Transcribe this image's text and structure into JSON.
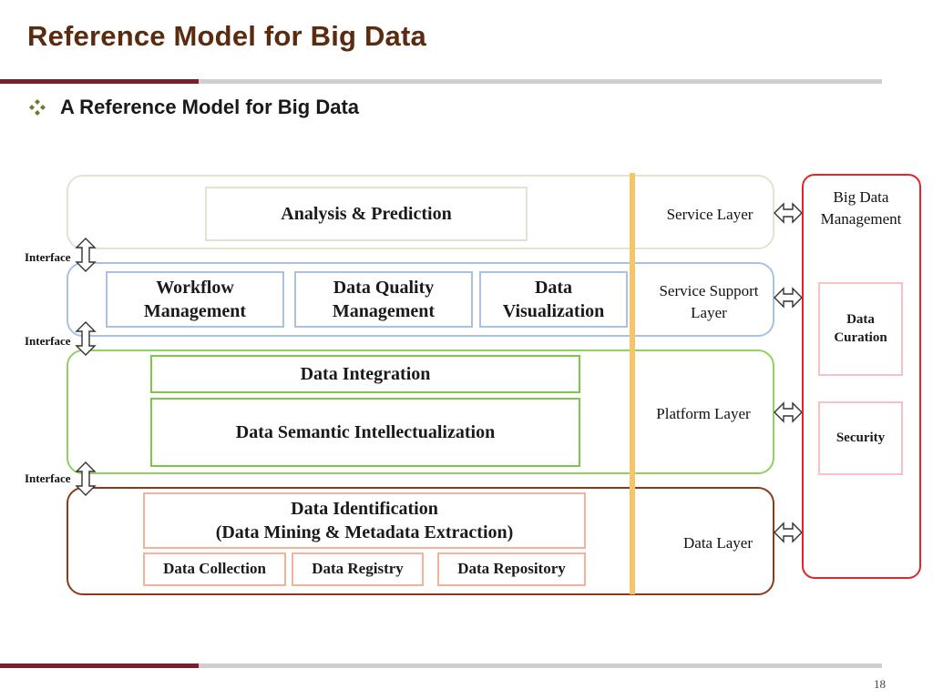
{
  "slide": {
    "title": "Reference Model for Big Data",
    "bullet": "A Reference Model for Big Data",
    "page_number": "18"
  },
  "diagram": {
    "layers": {
      "service": {
        "label": "Service Layer",
        "boxes": [
          "Analysis & Prediction"
        ]
      },
      "service_support": {
        "label": "Service Support Layer",
        "boxes": [
          "Workflow Management",
          "Data Quality Management",
          "Data Visualization"
        ]
      },
      "platform": {
        "label": "Platform Layer",
        "boxes": [
          "Data Integration",
          "Data Semantic Intellectualization"
        ]
      },
      "data": {
        "label": "Data Layer",
        "boxes": [
          "Data Identification",
          "(Data Mining & Metadata Extraction)",
          "Data Collection",
          "Data Registry",
          "Data Repository"
        ]
      }
    },
    "interface_label": "Interface",
    "management": {
      "title": "Big Data Management",
      "items": [
        "Data Curation",
        "Security"
      ]
    }
  },
  "colors": {
    "title": "#5a2b0e",
    "rule_dark": "#7a1d2c",
    "service_layer": "#d9e0c8",
    "service_support_layer": "#9cb8dc",
    "platform_layer": "#8ccc5a",
    "data_layer": "#8b3a1a",
    "divider": "#f4c468",
    "management": "#e0262d"
  }
}
